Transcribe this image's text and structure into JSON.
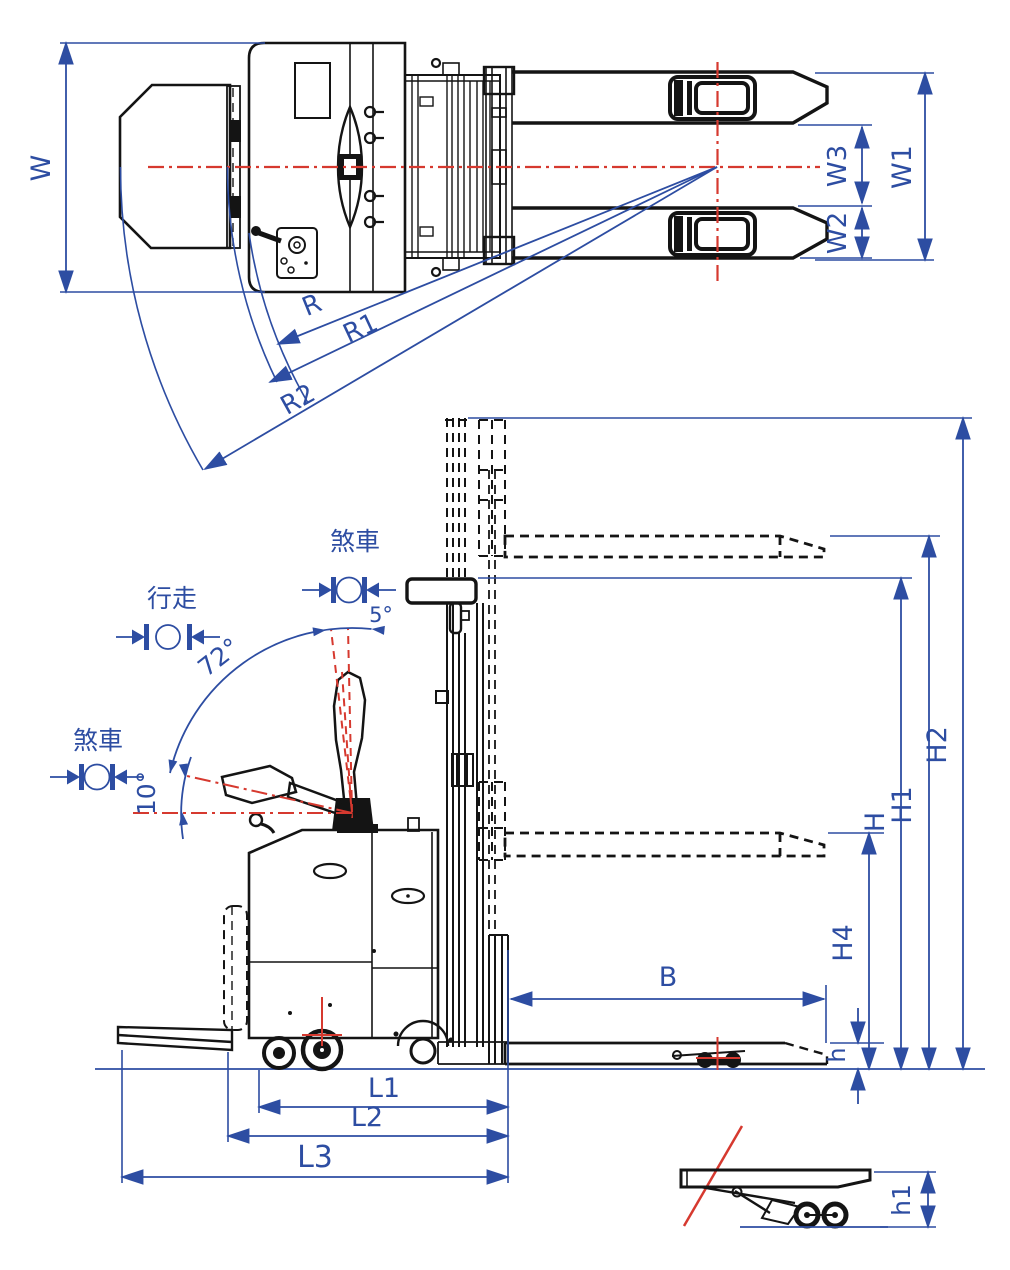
{
  "drawing": {
    "kind": "pallet-stacker dimensional engineering drawing, top view and side view",
    "colors": {
      "dimension_blue": "#2d4da2",
      "centerline_red": "#d6392f",
      "outline_black": "#141414",
      "background": "#ffffff"
    },
    "top_view": {
      "dims": {
        "w": "W",
        "w1": "W1",
        "w2": "W2",
        "w3": "W3"
      },
      "radii": {
        "r": "R",
        "r1": "R1",
        "r2": "R2"
      }
    },
    "side_view": {
      "dims": {
        "h": "H",
        "h1": "H1",
        "h2": "H2",
        "h4": "H4",
        "h_min": "h",
        "b": "B",
        "l1": "L1",
        "l2": "L2",
        "l3": "L3"
      },
      "angles": {
        "fold": "5°",
        "range": "72°",
        "lowered": "10°"
      },
      "legend": {
        "brake_raised": "煞車",
        "travel": "行走",
        "brake_lowered": "煞車"
      }
    },
    "detail_view": {
      "dims": {
        "h1": "h1"
      }
    }
  }
}
